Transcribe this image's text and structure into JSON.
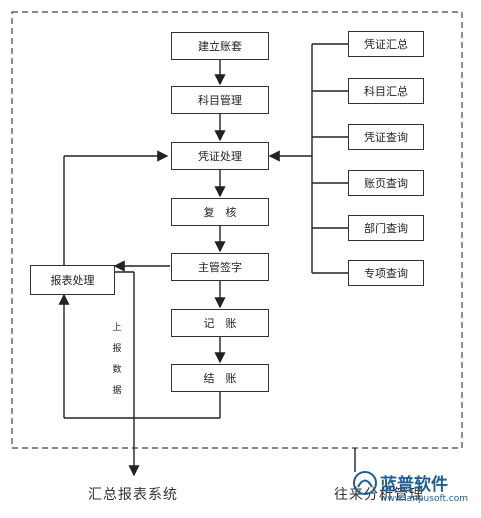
{
  "flow": {
    "main_steps": [
      "建立账套",
      "科目管理",
      "凭证处理",
      "复　核",
      "主管签字",
      "记　账",
      "结　账"
    ],
    "query_items": [
      "凭证汇总",
      "科目汇总",
      "凭证查询",
      "账页查询",
      "部门查询",
      "专项查询"
    ],
    "report_label": "报表处理",
    "upload_label": "上报数据"
  },
  "bottom": {
    "left_label": "汇总报表系统",
    "right_label": "往来分析管理"
  },
  "watermark": {
    "brand": "蓝普软件",
    "url": "www.lanpusoft.com"
  }
}
